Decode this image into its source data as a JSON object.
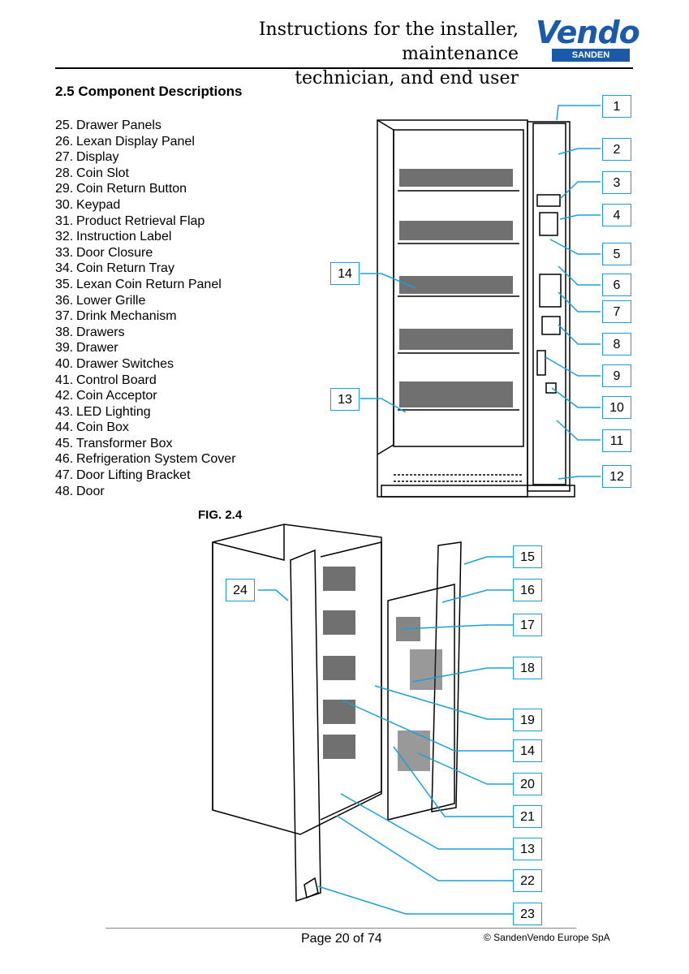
{
  "header": {
    "title_line1": "Instructions for the installer, maintenance",
    "title_line2": "technician, and end user",
    "logo_word": "Vendo",
    "logo_sub": "SANDEN"
  },
  "section_title": "2.5 Component Descriptions",
  "components": [
    {
      "num": "25.",
      "label": "Drawer Panels"
    },
    {
      "num": "26.",
      "label": "Lexan Display Panel"
    },
    {
      "num": "27.",
      "label": "Display"
    },
    {
      "num": "28.",
      "label": "Coin Slot"
    },
    {
      "num": "29.",
      "label": "Coin Return Button"
    },
    {
      "num": "30.",
      "label": "Keypad"
    },
    {
      "num": "31.",
      "label": "Product Retrieval Flap"
    },
    {
      "num": "32.",
      "label": "Instruction Label"
    },
    {
      "num": "33.",
      "label": "Door Closure"
    },
    {
      "num": "34.",
      "label": "Coin Return Tray"
    },
    {
      "num": "35.",
      "label": "Lexan Coin Return Panel"
    },
    {
      "num": "36.",
      "label": "Lower Grille"
    },
    {
      "num": "37.",
      "label": "Drink Mechanism"
    },
    {
      "num": "38.",
      "label": "Drawers"
    },
    {
      "num": "39.",
      "label": "Drawer"
    },
    {
      "num": "40.",
      "label": "Drawer Switches"
    },
    {
      "num": "41.",
      "label": "Control Board"
    },
    {
      "num": "42.",
      "label": "Coin Acceptor"
    },
    {
      "num": "43.",
      "label": "LED Lighting"
    },
    {
      "num": "44.",
      "label": "Coin Box"
    },
    {
      "num": "45.",
      "label": "Transformer Box"
    },
    {
      "num": "46.",
      "label": "Refrigeration System Cover"
    },
    {
      "num": "47.",
      "label": "Door Lifting Bracket"
    },
    {
      "num": "48.",
      "label": "Door"
    }
  ],
  "figure_label": "FIG. 2.4",
  "callouts_top": [
    "1",
    "2",
    "3",
    "4",
    "5",
    "6",
    "7",
    "8",
    "9",
    "10",
    "11",
    "12",
    "14",
    "13"
  ],
  "callouts_bottom": [
    "15",
    "16",
    "17",
    "18",
    "19",
    "14",
    "20",
    "21",
    "13",
    "22",
    "23",
    "24"
  ],
  "footer": {
    "page": "Page 20 of 74",
    "copyright": "© SandenVendo Europe SpA"
  },
  "colors": {
    "accent": "#1aa0d8",
    "brand": "#1a5aa8"
  }
}
